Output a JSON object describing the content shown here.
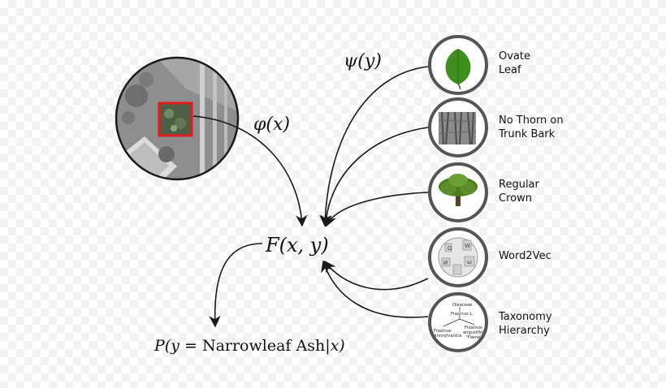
{
  "formulas": {
    "phi": "φ(x)",
    "psi": "ψ(y)",
    "F": "F(x, y)",
    "P": {
      "prefix": "P(y = ",
      "roman": "Narrowleaf Ash",
      "suffix": "|x)"
    }
  },
  "attributes": [
    {
      "id": "ovate-leaf",
      "label": "Ovate\nLeaf",
      "icon": "leaf-icon"
    },
    {
      "id": "trunk-bark",
      "label": "No Thorn on\nTrunk Bark",
      "icon": "bark-icon"
    },
    {
      "id": "crown",
      "label": "Regular\nCrown",
      "icon": "tree-crown-icon"
    },
    {
      "id": "word2vec",
      "label": "Word2Vec",
      "icon": "wikipedia-globe-icon"
    },
    {
      "id": "taxonomy",
      "label": "Taxonomy\nHierarchy",
      "icon": "taxonomy-tree-icon"
    }
  ],
  "taxonomy": {
    "root": "Oleaceae",
    "genus": "Fraxinus L.",
    "leaf_left": "Fraxinus\npennsylvanica",
    "leaf_right": "Fraxinus\nangustifolia\n'Flame'"
  },
  "wiki_glyphs": [
    "Ω",
    "W",
    "И",
    "ω"
  ],
  "colors": {
    "highlight_box": "#e21b1b",
    "leaf": "#3f8f1c",
    "stroke": "#1a1a1a"
  }
}
